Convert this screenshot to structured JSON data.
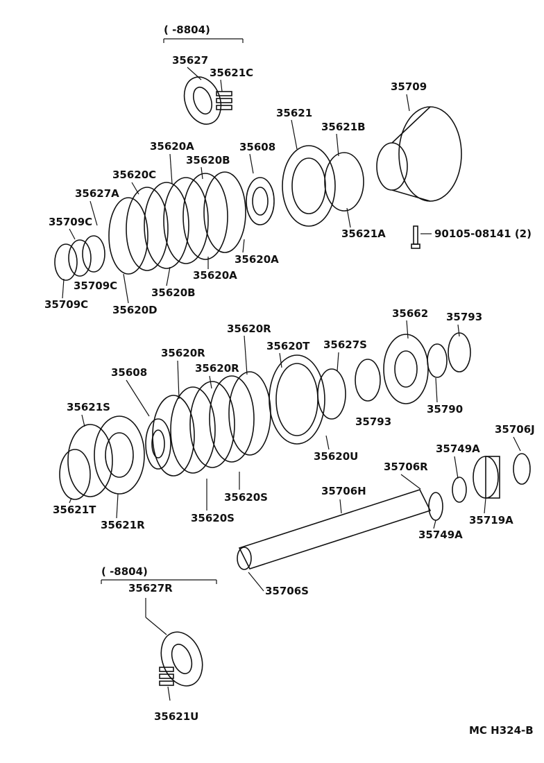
{
  "diagram": {
    "labels": {
      "date_range_top": "(    -8804)",
      "date_range_bottom": "(    -8804)",
      "p35627": "35627",
      "p35621C": "35621C",
      "p35621": "35621",
      "p35621B": "35621B",
      "p35709": "35709",
      "p35620A_top": "35620A",
      "p35608_top": "35608",
      "p35620B_top": "35620B",
      "p35620C": "35620C",
      "p35627A": "35627A",
      "p35709C_left": "35709C",
      "p35709C_mid": "35709C",
      "p35709C_bottom": "35709C",
      "p35620D": "35620D",
      "p35620B_bottom": "35620B",
      "p35620A_mid": "35620A",
      "p35620A_right": "35620A",
      "p35621A": "35621A",
      "p90105": "90105-08141 (2)",
      "p35662": "35662",
      "p35793_top": "35793",
      "p35620R_top": "35620R",
      "p35620T": "35620T",
      "p35627S": "35627S",
      "p35620R_mid": "35620R",
      "p35620R_right": "35620R",
      "p35608_bottom": "35608",
      "p35793_bottom": "35793",
      "p35790": "35790",
      "p35621S": "35621S",
      "p35706J": "35706J",
      "p35749A_top": "35749A",
      "p35620U": "35620U",
      "p35706R": "35706R",
      "p35706H": "35706H",
      "p35620S_mid": "35620S",
      "p35620S_low": "35620S",
      "p35621T": "35621T",
      "p35621R": "35621R",
      "p35719A": "35719A",
      "p35749A_bottom": "35749A",
      "p35706S": "35706S",
      "p35627R": "35627R",
      "p35621U": "35621U",
      "ref_code": "MC  H324-B"
    }
  }
}
